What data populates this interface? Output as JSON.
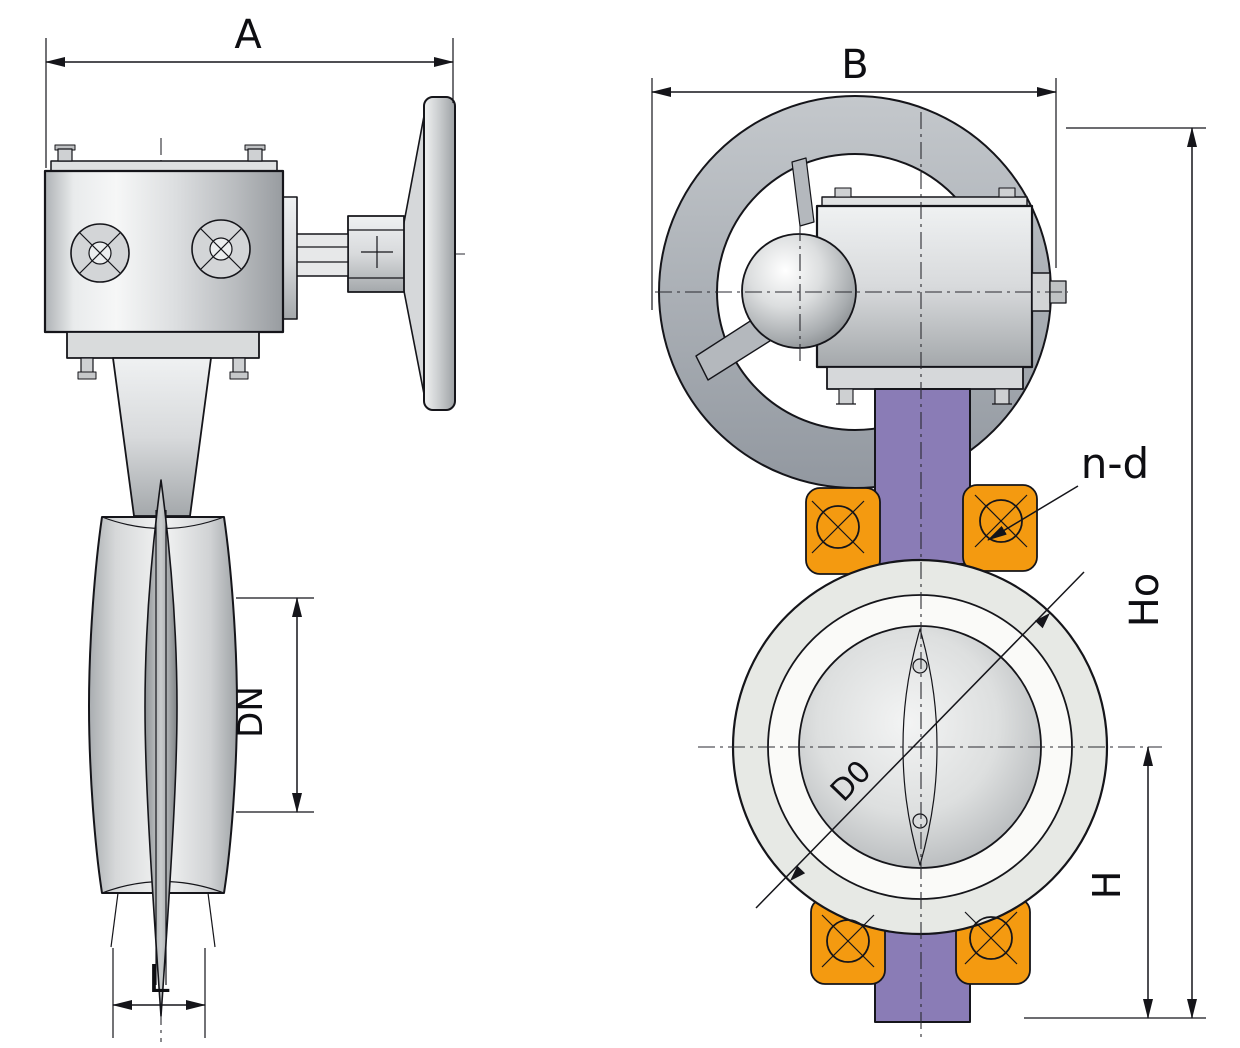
{
  "drawing": {
    "labels": {
      "a": "A",
      "b": "B",
      "dn": "DN",
      "l": "L",
      "n_d": "n-d",
      "ho": "Ho",
      "h": "H",
      "d0": "D0"
    },
    "colors": {
      "line": "#15151a",
      "neck_purple": "#8a7cb6",
      "lug_orange": "#f49a10",
      "ring_gray": "#a7abb3",
      "background": "#ffffff"
    }
  }
}
